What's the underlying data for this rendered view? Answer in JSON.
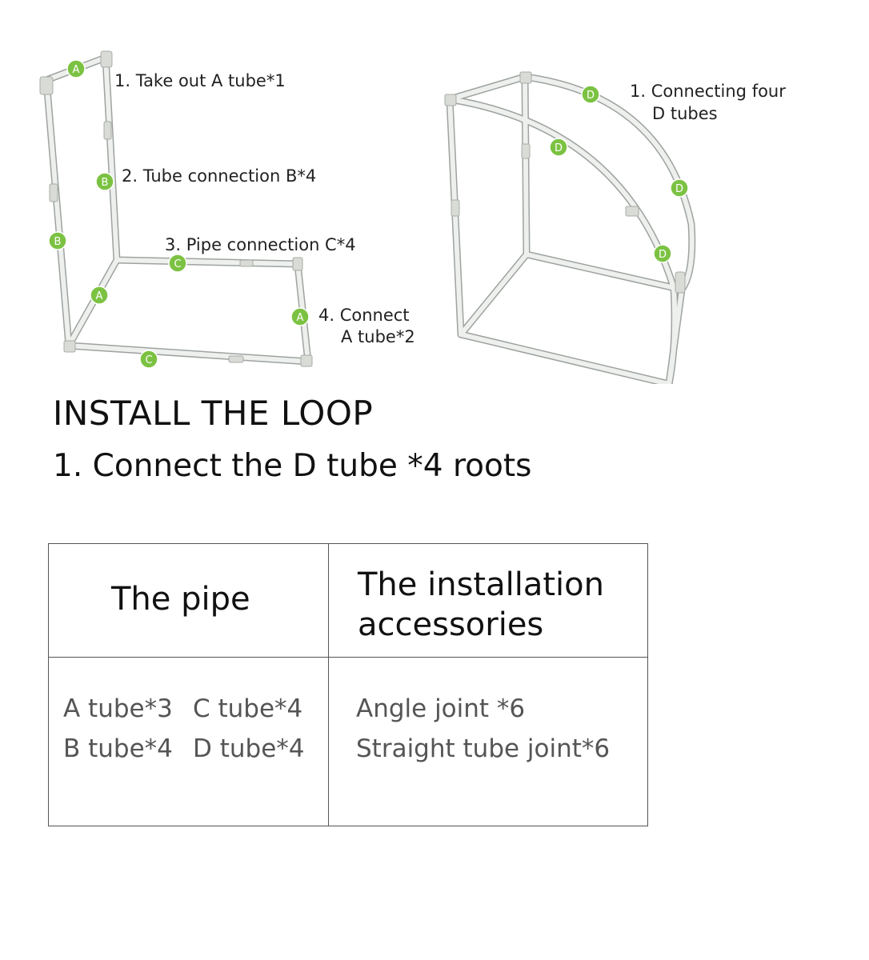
{
  "frame_labels": {
    "left": {
      "step1": "1. Take out A tube*1",
      "step2": "2. Tube connection B*4",
      "step3": "3. Pipe connection C*4",
      "step4_line1": "4. Connect",
      "step4_line2": "A tube*2"
    },
    "right": {
      "step1_line1": "1. Connecting four",
      "step1_line2": "D tubes"
    }
  },
  "badges": {
    "a": "A",
    "b": "B",
    "c": "C",
    "d": "D"
  },
  "colors": {
    "badge": "#7cc242",
    "pipe": "#e8ebe8",
    "text": "#111111",
    "muted": "#555555"
  },
  "heading": "INSTALL THE LOOP",
  "subheading": "1. Connect the D tube *4 roots",
  "parts_table": {
    "headers": [
      "The pipe",
      "The installation",
      "accessories"
    ],
    "pipes": [
      "A tube*3",
      "C tube*4",
      "B tube*4",
      "D tube*4"
    ],
    "accessories": [
      "Angle joint *6",
      "Straight tube joint*6"
    ]
  }
}
